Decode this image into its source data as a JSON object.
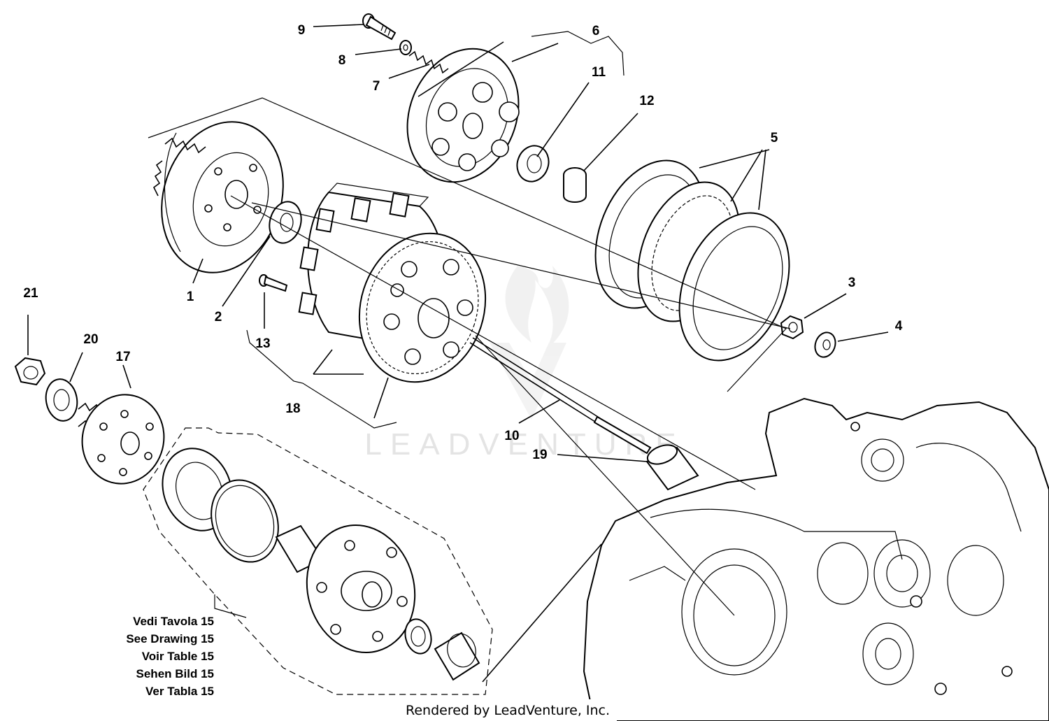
{
  "callouts": {
    "c1": "1",
    "c2": "2",
    "c3": "3",
    "c4": "4",
    "c5": "5",
    "c6": "6",
    "c7": "7",
    "c8": "8",
    "c9": "9",
    "c10": "10",
    "c11": "11",
    "c12": "12",
    "c13": "13",
    "c17": "17",
    "c18": "18",
    "c19": "19",
    "c20": "20",
    "c21": "21"
  },
  "reference_note": [
    "Vedi Tavola 15",
    "See Drawing 15",
    "Voir Table 15",
    "Sehen Bild 15",
    "Ver Tabla 15"
  ],
  "watermark": "LEADVENTURE",
  "footer": "Rendered by LeadVenture, Inc."
}
